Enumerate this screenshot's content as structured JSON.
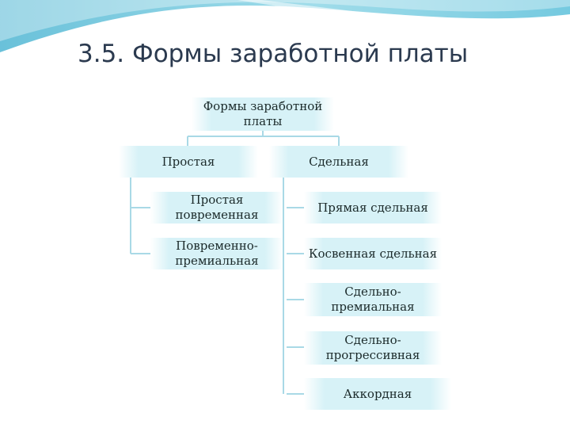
{
  "slide": {
    "title": "3.5. Формы заработной платы"
  },
  "diagram": {
    "root": "Формы заработной платы",
    "left_branch": {
      "label": "Простая",
      "children": [
        "Простая повременная",
        "Повременно-премиальная"
      ]
    },
    "right_branch": {
      "label": "Сдельная",
      "children": [
        "Прямая сдельная",
        "Косвенная сдельная",
        "Сдельно-премиальная",
        "Сдельно-прогрессивная",
        "Аккордная"
      ]
    }
  }
}
